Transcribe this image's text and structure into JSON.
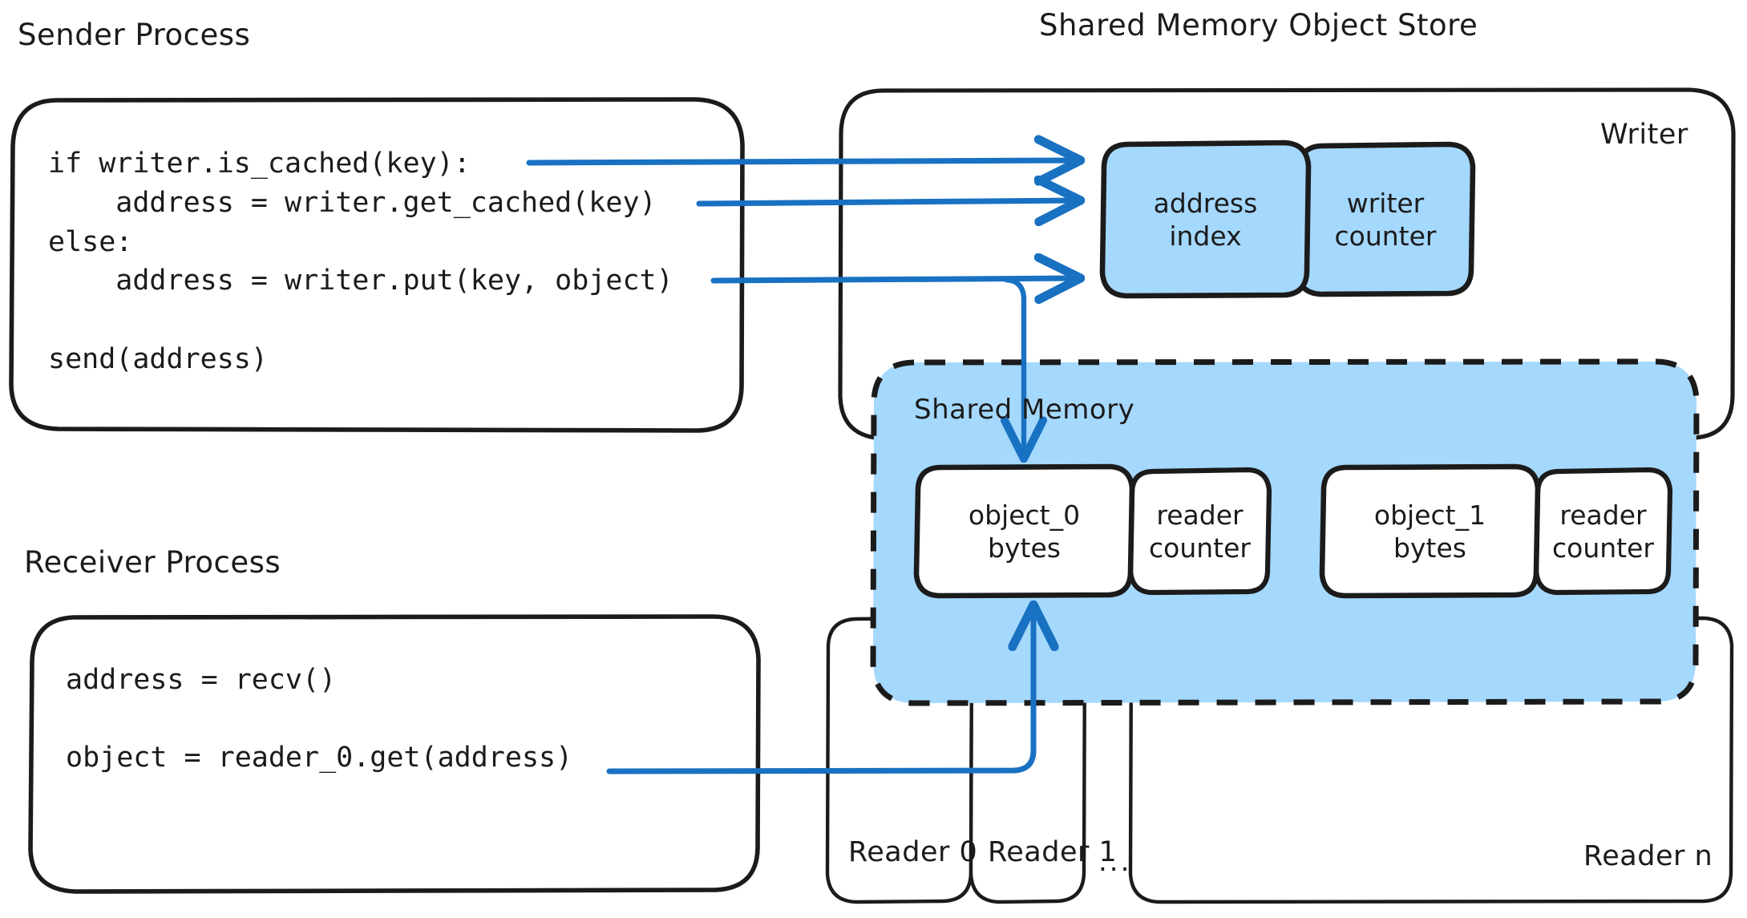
{
  "colors": {
    "stroke": "#1b1b1b",
    "arrow": "#1971c2",
    "fill_blue": "#a5d8fd",
    "background": "#ffffff",
    "white": "#ffffff"
  },
  "titles": {
    "sender_process": "Sender Process",
    "receiver_process": "Receiver Process",
    "shared_memory_object_store": "Shared Memory Object Store"
  },
  "sender_code": {
    "lines": [
      "if writer.is_cached(key):",
      "    address = writer.get_cached(key)",
      "else:",
      "    address = writer.put(key, object)",
      "",
      "send(address)"
    ],
    "line_1": "if writer.is_cached(key):",
    "line_2": "    address = writer.get_cached(key)",
    "line_3": "else:",
    "line_4": "    address = writer.put(key, object)",
    "line_5": "send(address)"
  },
  "receiver_code": {
    "lines": [
      "address = recv()",
      "object = reader_0.get(address)"
    ],
    "line_1": "address = recv()",
    "line_2": "object = reader_0.get(address)"
  },
  "writer": {
    "label": "Writer",
    "cells": [
      {
        "label": "address\nindex"
      },
      {
        "label": "writer\ncounter"
      }
    ],
    "address_index": "address\nindex",
    "writer_counter": "writer\ncounter"
  },
  "shared_memory": {
    "label": "Shared Memory",
    "slots": [
      {
        "object": "object_0\nbytes",
        "counter": "reader\ncounter"
      },
      {
        "object": "object_1\nbytes",
        "counter": "reader\ncounter"
      }
    ],
    "object_0": "object_0\nbytes",
    "object_1": "object_1\nbytes",
    "reader_counter_0": "reader\ncounter",
    "reader_counter_1": "reader\ncounter"
  },
  "readers": {
    "items": [
      {
        "label": "Reader 0"
      },
      {
        "label": "Reader 1"
      },
      {
        "label": "..."
      },
      {
        "label": "Reader n"
      }
    ],
    "reader_0": "Reader 0",
    "reader_1": "Reader 1",
    "ellipsis": "...",
    "reader_n": "Reader n"
  },
  "arrows": [
    {
      "name": "is-cached-to-address-index",
      "from": "sender.is_cached",
      "to": "writer.address_index"
    },
    {
      "name": "get-cached-to-address-index",
      "from": "sender.get_cached",
      "to": "writer.address_index"
    },
    {
      "name": "put-to-address-index",
      "from": "sender.put",
      "to": "writer.address_index"
    },
    {
      "name": "put-to-object-0",
      "from": "sender.put",
      "to": "shared_memory.object_0"
    },
    {
      "name": "reader-get-to-object-0",
      "from": "receiver.reader_0_get",
      "to": "shared_memory.object_0"
    }
  ]
}
